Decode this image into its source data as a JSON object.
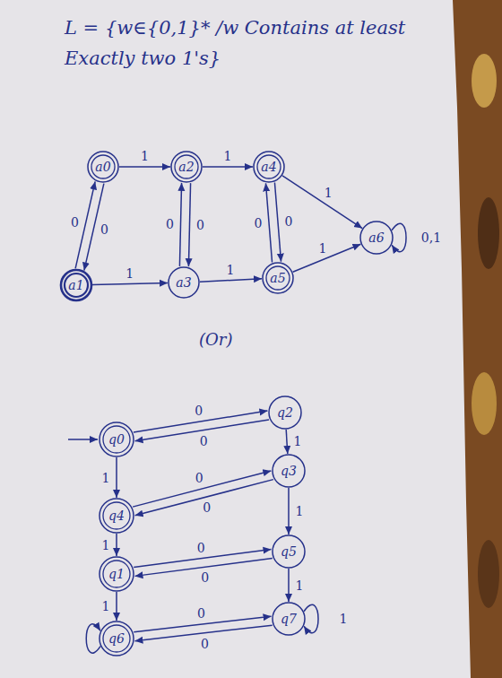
{
  "diagram": {
    "title": "L = {w∈{0,1}* /w Contains at least Exactly two 1's}",
    "nodes": [
      {
        "text": [
          "a0"
        ]
      },
      {
        "text": [
          "a2"
        ]
      },
      {
        "text": [
          "a4"
        ]
      },
      {
        "text": [
          "a6"
        ]
      },
      {
        "text": [
          "a1"
        ]
      },
      {
        "text": [
          "a3"
        ]
      },
      {
        "text": [
          "a5"
        ]
      },
      {
        "text": [
          "q0"
        ]
      },
      {
        "text": [
          "q2"
        ]
      },
      {
        "text": [
          "q4"
        ]
      },
      {
        "text": [
          "q3"
        ]
      },
      {
        "text": [
          "q1"
        ]
      },
      {
        "text": [
          "q5"
        ]
      },
      {
        "text": [
          "q6"
        ]
      },
      {
        "text": [
          "q7"
        ]
      }
    ],
    "edges": [
      {
        "from": 0,
        "to": 1,
        "arrow": "to",
        "label": "1"
      },
      {
        "from": 1,
        "to": 2,
        "arrow": "to",
        "label": "1"
      },
      {
        "from": 2,
        "to": 3,
        "arrow": "to",
        "label": "1"
      },
      {
        "from": 0,
        "to": 4,
        "arrow": "to",
        "label": "0"
      },
      {
        "from": 4,
        "to": 0,
        "arrow": "to",
        "label": "0"
      },
      {
        "from": 1,
        "to": 5,
        "arrow": "to",
        "label": "0"
      },
      {
        "from": 5,
        "to": 1,
        "arrow": "to",
        "label": "0"
      },
      {
        "from": 2,
        "to": 6,
        "arrow": "to",
        "label": "0"
      },
      {
        "from": 6,
        "to": 2,
        "arrow": "to",
        "label": "0"
      },
      {
        "from": 4,
        "to": 5,
        "arrow": "to",
        "label": "1"
      },
      {
        "from": 5,
        "to": 6,
        "arrow": "to",
        "label": "1"
      },
      {
        "from": 6,
        "to": 3,
        "arrow": "to",
        "label": "1"
      },
      {
        "from": 3,
        "to": 3,
        "arrow": "to",
        "label": "0,1"
      },
      {
        "from": 7,
        "to": 8,
        "arrow": "to",
        "label": "0"
      },
      {
        "from": 8,
        "to": 7,
        "arrow": "to",
        "label": "0"
      },
      {
        "from": 7,
        "to": 9,
        "arrow": "to",
        "label": "1"
      },
      {
        "from": 8,
        "to": 10,
        "arrow": "to",
        "label": "1"
      },
      {
        "from": 9,
        "to": 10,
        "arrow": "to",
        "label": "0"
      },
      {
        "from": 10,
        "to": 9,
        "arrow": "to",
        "label": "0"
      },
      {
        "from": 9,
        "to": 11,
        "arrow": "to",
        "label": "1"
      },
      {
        "from": 10,
        "to": 12,
        "arrow": "to",
        "label": "1"
      },
      {
        "from": 11,
        "to": 12,
        "arrow": "to",
        "label": "0"
      },
      {
        "from": 12,
        "to": 11,
        "arrow": "to",
        "label": "0"
      },
      {
        "from": 11,
        "to": 13,
        "arrow": "to",
        "label": "1"
      },
      {
        "from": 12,
        "to": 14,
        "arrow": "to",
        "label": "1"
      },
      {
        "from": 13,
        "to": 14,
        "arrow": "to",
        "label": "0"
      },
      {
        "from": 14,
        "to": 13,
        "arrow": "to",
        "label": "0"
      },
      {
        "from": 13,
        "to": 13,
        "arrow": "to"
      },
      {
        "from": 14,
        "to": 14,
        "arrow": "to",
        "label": "1"
      }
    ],
    "labels": [
      "(Or)"
    ]
  }
}
